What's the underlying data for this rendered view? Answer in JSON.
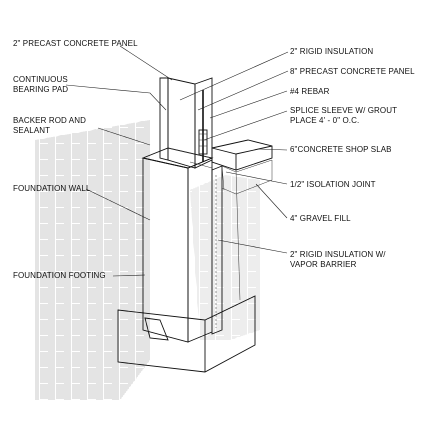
{
  "labels": {
    "precast_panel_2in": "2\" PRECAST CONCRETE PANEL",
    "continuous_bearing_pad_l1": "CONTINUOUS",
    "continuous_bearing_pad_l2": "BEARING PAD",
    "backer_rod_l1": "BACKER ROD AND",
    "backer_rod_l2": "SEALANT",
    "foundation_wall": "FOUNDATION WALL",
    "foundation_footing": "FOUNDATION FOOTING",
    "rigid_insulation_2in": "2\" RIGID INSULATION",
    "precast_panel_8in": "8\" PRECAST CONCRETE PANEL",
    "rebar": "#4 REBAR",
    "splice_sleeve_l1": "SPLICE SLEEVE W/ GROUT",
    "splice_sleeve_l2": "PLACE 4' - 0\" O.C.",
    "shop_slab": "6\"CONCRETE SHOP SLAB",
    "isolation_joint": "1/2\" ISOLATION JOINT",
    "gravel_fill": "4\" GRAVEL FILL",
    "vapor_barrier_l1": "2\" RIGID INSULATION W/",
    "vapor_barrier_l2": "VAPOR BARRIER"
  }
}
